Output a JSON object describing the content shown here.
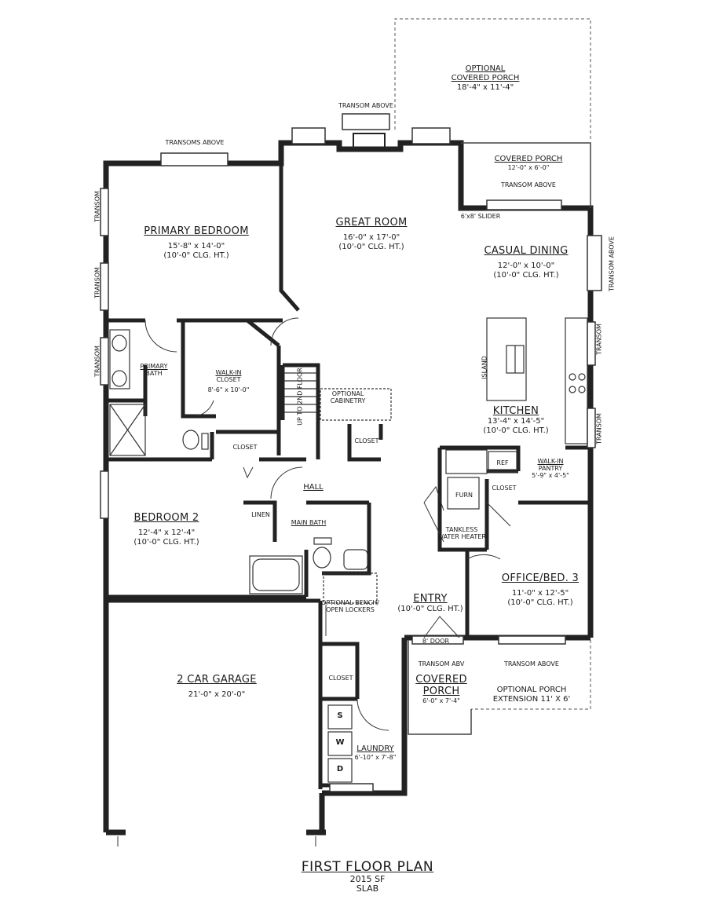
{
  "title": {
    "name": "FIRST FLOOR PLAN",
    "area": "2015 SF",
    "foundation": "SLAB"
  },
  "rooms": {
    "primary_bedroom": {
      "name": "PRIMARY BEDROOM",
      "size": "15'-8\" x 14'-0\"",
      "ceiling": "(10'-0\" CLG. HT.)"
    },
    "great_room": {
      "name": "GREAT ROOM",
      "size": "16'-0\" x 17'-0\"",
      "ceiling": "(10'-0\" CLG. HT.)"
    },
    "casual_dining": {
      "name": "CASUAL DINING",
      "size": "12'-0\" x 10'-0\"",
      "ceiling": "(10'-0\" CLG. HT.)"
    },
    "kitchen": {
      "name": "KITCHEN",
      "size": "13'-4\" x 14'-5\"",
      "ceiling": "(10'-0\" CLG. HT.)"
    },
    "walk_in_closet": {
      "name1": "WALK-IN",
      "name2": "CLOSET",
      "size": "8'-6\" x 10'-0\""
    },
    "primary_bath": {
      "name1": "PRIMARY",
      "name2": "BATH"
    },
    "bedroom2": {
      "name": "BEDROOM 2",
      "size": "12'-4\" x 12'-4\"",
      "ceiling": "(10'-0\" CLG. HT.)"
    },
    "main_bath": {
      "name": "MAIN BATH"
    },
    "office": {
      "name": "OFFICE/BED. 3",
      "size": "11'-0\" x 12'-5\"",
      "ceiling": "(10'-0\" CLG. HT.)"
    },
    "entry": {
      "name": "ENTRY",
      "ceiling": "(10'-0\" CLG. HT.)"
    },
    "garage": {
      "name": "2 CAR GARAGE",
      "size": "21'-0\" x 20'-0\""
    },
    "laundry": {
      "name": "LAUNDRY",
      "size": "6'-10\" x 7'-8\""
    },
    "covered_porch_rear": {
      "name": "COVERED PORCH",
      "size": "12'-0\" x 6'-0\""
    },
    "optional_covered_porch": {
      "name1": "OPTIONAL",
      "name2": "COVERED PORCH",
      "size": "18'-4\" x 11'-4\""
    },
    "covered_porch_front": {
      "name1": "COVERED",
      "name2": "PORCH",
      "size": "6'-0\" x 7'-4\""
    },
    "optional_porch_ext": {
      "line1": "OPTIONAL PORCH",
      "line2": "EXTENSION 11' X 6'"
    },
    "walk_in_pantry": {
      "name1": "WALK-IN",
      "name2": "PANTRY",
      "size": "5'-9\" x 4'-5\""
    }
  },
  "notes": {
    "transoms_above": "TRANSOMS ABOVE",
    "transom_above": "TRANSOM ABOVE",
    "transom": "TRANSOM",
    "transom_abv": "TRANSOM ABV",
    "closet": "CLOSET",
    "linen": "LINEN",
    "hall": "HALL",
    "island": "ISLAND",
    "ref": "REF",
    "furn": "FURN",
    "tankless1": "TANKLESS",
    "tankless2": "WATER HEATER",
    "slider": "6'x8' SLIDER",
    "optional_cabinetry1": "OPTIONAL",
    "optional_cabinetry2": "CABINETRY",
    "stairs": "UP TO 2ND FLOOR",
    "bench1": "OPTIONAL BENCH/",
    "bench2": "OPEN LOCKERS",
    "door8": "8' DOOR"
  },
  "appliances": {
    "sink": "S",
    "washer": "W",
    "dryer": "D"
  }
}
